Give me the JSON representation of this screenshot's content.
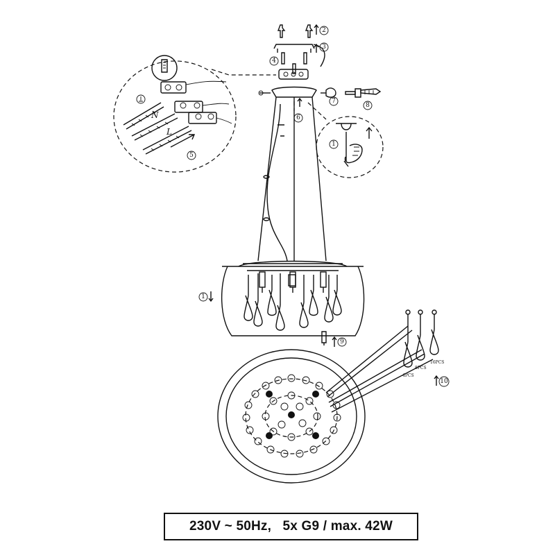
{
  "spec_label": "230V ~ 50Hz,   5x G9 / max. 42W",
  "wire_labels": {
    "neutral": "N",
    "live": "L"
  },
  "steps": [
    {
      "id": "1",
      "where": "lamp body"
    },
    {
      "id": "2",
      "where": "ceiling screws"
    },
    {
      "id": "3",
      "where": "mounting bracket"
    },
    {
      "id": "4",
      "where": "bracket screws"
    },
    {
      "id": "5",
      "where": "wire terminal"
    },
    {
      "id": "6",
      "where": "canopy"
    },
    {
      "id": "7",
      "where": "canopy nut"
    },
    {
      "id": "8",
      "where": "screwdriver"
    },
    {
      "id": "9",
      "where": "G9 bulb"
    },
    {
      "id": "10",
      "where": "crystal drops"
    }
  ],
  "crystal_counts": [
    "4PCS",
    "8PCS",
    "16PCS"
  ],
  "detail_step": "1"
}
